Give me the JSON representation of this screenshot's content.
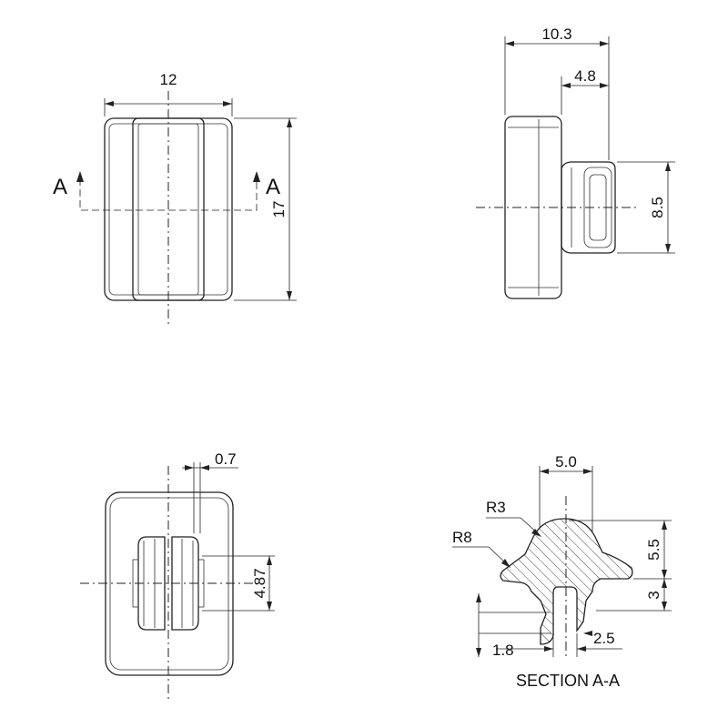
{
  "front_view": {
    "width_dim": "12",
    "height_dim": "17",
    "section_mark_left": "A",
    "section_mark_right": "A"
  },
  "side_view": {
    "total_depth_dim": "10.3",
    "stem_depth_dim": "4.8",
    "stem_height_dim": "8.5"
  },
  "rear_view": {
    "slot_dim": "0.7",
    "stem_width_dim": "4.87"
  },
  "section_view": {
    "caption": "SECTION A-A",
    "head_width_dim": "5.0",
    "head_height_dim": "5.5",
    "leg_height_dim": "3",
    "radius_small": "R3",
    "radius_large": "R8",
    "slot_width_dim": "1.8",
    "leg_width_dim": "2.5"
  }
}
